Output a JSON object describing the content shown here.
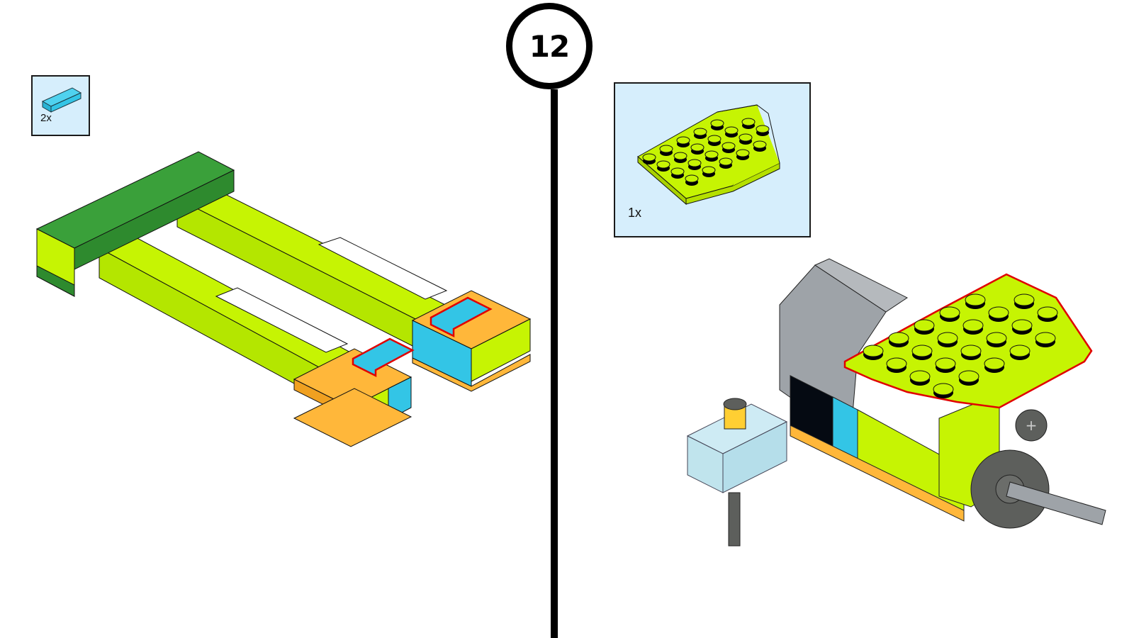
{
  "step": {
    "number": "12"
  },
  "left_panel": {
    "parts_callout": {
      "quantity": "2x",
      "part": "tile-1x2",
      "color": "#33c5e6"
    },
    "assembly": "base-frame-with-two-tiles-added"
  },
  "right_panel": {
    "parts_callout": {
      "quantity": "1x",
      "part": "wedge-plate-4x6",
      "color": "#c6f403"
    },
    "assembly": "motor-gear-subassembly-with-wedge-plate-added"
  },
  "colors": {
    "highlight_outline": "#e00000",
    "lime": "#c6f403",
    "dark_green": "#3a9a3a",
    "orange": "#ffb73a",
    "azure": "#33c5e6",
    "grey": "#9ea3a8",
    "dark_grey": "#5d5f5c",
    "callout_bg": "#d6eefc"
  }
}
